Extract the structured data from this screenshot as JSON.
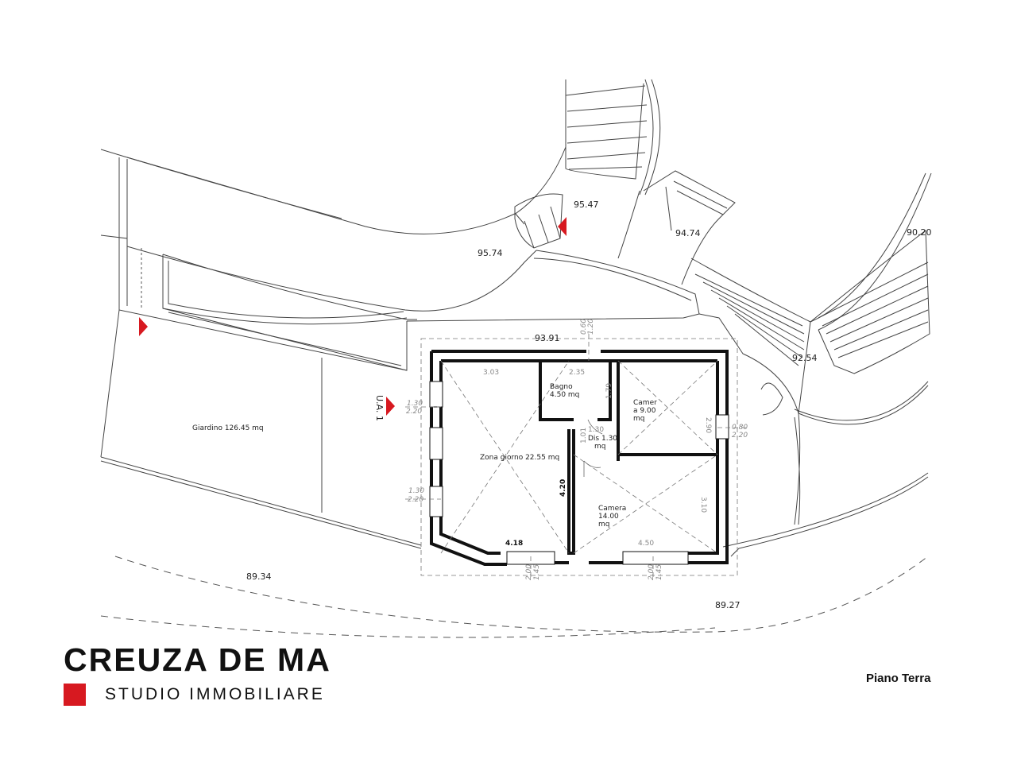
{
  "elevations": {
    "e1": "95.47",
    "e2": "95.74",
    "e3": "94.74",
    "e4": "90.20",
    "e5": "92.54",
    "e6": "93.91",
    "e7": "89.34",
    "e8": "89.27"
  },
  "rooms": {
    "giardino": "Giardino 126.45 mq",
    "bagno_name": "Bagno",
    "bagno_area": "4.50 mq",
    "camera1_l1": "Camer",
    "camera1_l2": "a   9.00",
    "camera1_l3": "mq",
    "dis_l1": "Dis 1.30",
    "dis_l2": "mq",
    "zona": "Zona giorno 22.55 mq",
    "camera2_l1": "Camera",
    "camera2_l2": "14.00",
    "camera2_l3": "mq"
  },
  "unit_label": "U.A. 1",
  "dimensions": {
    "d303": "3.03",
    "d235": "2.35",
    "d060": "0.60",
    "d120a": "1.20",
    "d179": "1.79",
    "d130": "1.30",
    "d101": "1.01",
    "d290": "2.90",
    "d420": "4.20",
    "d310": "3.10",
    "d418": "4.18",
    "d450": "4.50",
    "w1a": "1.30",
    "w1b": "2.20",
    "w2a": "1.30",
    "w2b": "2.20",
    "w3a": "0.80",
    "w3b": "2.20",
    "w4a": "2.00",
    "w4b": "1.45",
    "w5a": "2.00",
    "w5b": "1.45"
  },
  "brand": {
    "name": "CREUZA DE MA",
    "subtitle": "STUDIO IMMOBILIARE",
    "accent_color": "#d71920"
  },
  "floor_label": "Piano Terra"
}
